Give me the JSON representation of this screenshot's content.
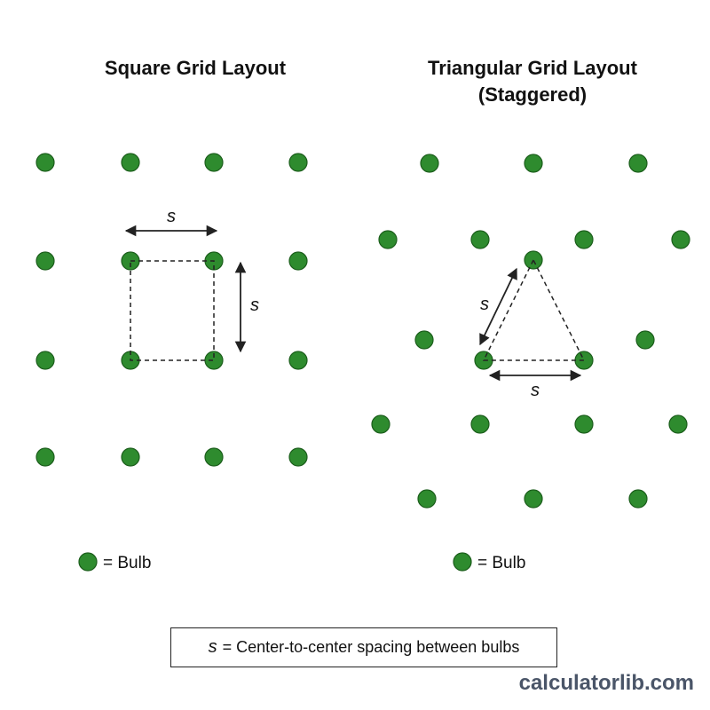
{
  "titles": {
    "square": "Square Grid Layout",
    "triangular_line1": "Triangular Grid Layout",
    "triangular_line2": "(Staggered)"
  },
  "spacing_symbol": "s",
  "legend": {
    "square_label": "= Bulb",
    "triangular_label": "= Bulb"
  },
  "note": {
    "symbol": "s",
    "text": "= Center-to-center spacing between bulbs"
  },
  "watermark": "calculatorlib.com",
  "colors": {
    "bulb_fill": "#2e8b2e",
    "bulb_stroke": "#1c5e1c",
    "line": "#222222"
  }
}
